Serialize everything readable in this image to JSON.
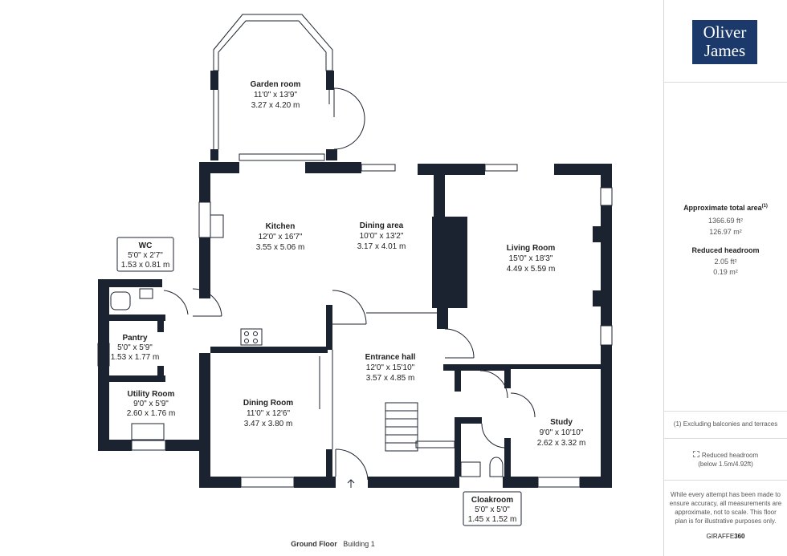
{
  "brand": {
    "logo_line1": "Oliver",
    "logo_line2": "James"
  },
  "floor": {
    "name": "Ground Floor",
    "building": "Building 1"
  },
  "rooms": [
    {
      "name": "Garden room",
      "imperial": "11'0\" x 13'9\"",
      "metric": "3.27 x 4.20 m"
    },
    {
      "name": "Kitchen",
      "imperial": "12'0\" x 16'7\"",
      "metric": "3.55 x 5.06 m"
    },
    {
      "name": "Dining area",
      "imperial": "10'0\" x 13'2\"",
      "metric": "3.17 x 4.01 m"
    },
    {
      "name": "Living Room",
      "imperial": "15'0\" x 18'3\"",
      "metric": "4.49 x 5.59 m"
    },
    {
      "name": "WC",
      "imperial": "5'0\" x 2'7\"",
      "metric": "1.53 x 0.81 m"
    },
    {
      "name": "Pantry",
      "imperial": "5'0\" x 5'9\"",
      "metric": "1.53 x 1.77 m"
    },
    {
      "name": "Utility Room",
      "imperial": "9'0\" x 5'9\"",
      "metric": "2.60 x 1.76 m"
    },
    {
      "name": "Entrance hall",
      "imperial": "12'0\" x 15'10\"",
      "metric": "3.57 x 4.85 m"
    },
    {
      "name": "Dining Room",
      "imperial": "11'0\" x 12'6\"",
      "metric": "3.47 x 3.80 m"
    },
    {
      "name": "Study",
      "imperial": "9'0\" x 10'10\"",
      "metric": "2.62 x 3.32 m"
    },
    {
      "name": "Cloakroom",
      "imperial": "5'0\" x 5'0\"",
      "metric": "1.45 x 1.52 m"
    }
  ],
  "area": {
    "title": "Approximate total area",
    "title_mark": "(1)",
    "ft": "1366.69 ft²",
    "m": "126.97 m²",
    "reduced_title": "Reduced headroom",
    "reduced_ft": "2.05 ft²",
    "reduced_m": "0.19 m²"
  },
  "notes": {
    "excluding": "(1) Excluding balconies and terraces",
    "reduced_legend": "Reduced headroom",
    "reduced_legend_sub": "(below 1.5m/4.92ft)",
    "disclaimer": [
      "While every attempt has been made to",
      "ensure accuracy, all measurements are",
      "approximate, not to scale. This floor",
      "plan is for illustrative purposes only."
    ],
    "credit_a": "GIRAFFE",
    "credit_b": "360"
  },
  "colors": {
    "wall": "#1c2330",
    "brand": "#1b3a6b"
  }
}
